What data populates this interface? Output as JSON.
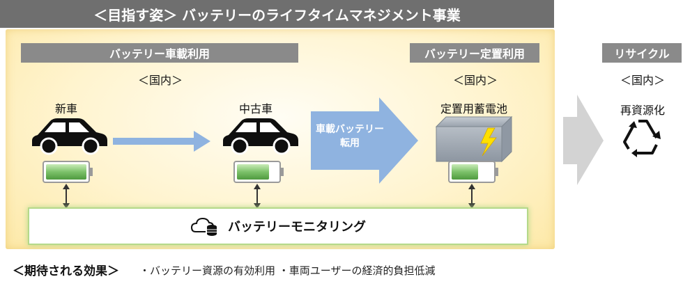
{
  "title": "＜目指す姿＞ バッテリーのライフタイムマネジメント事業",
  "sections": {
    "onboard": "バッテリー車載利用",
    "stationary": "バッテリー定置利用",
    "recycle": "リサイクル"
  },
  "domestic_label": "＜国内＞",
  "nodes": {
    "new_car": "新車",
    "used_car": "中古車",
    "stationary_storage": "定置用蓄電池",
    "recycle_node": "再資源化"
  },
  "transfer_arrow": {
    "line1": "車載バッテリー",
    "line2": "転用"
  },
  "monitoring": "バッテリーモニタリング",
  "effects": {
    "heading": "＜期待される効果＞",
    "items": "・バッテリー資源の有効利用 ・車両ユーザーの経済的負担低減"
  },
  "colors": {
    "title_bg": "#6f6f6f",
    "section_bg": "#8a8a8a",
    "arrow_blue": "#8fb3e0",
    "battery_green": "#7cc16a",
    "monitor_border": "#b5d98a"
  }
}
